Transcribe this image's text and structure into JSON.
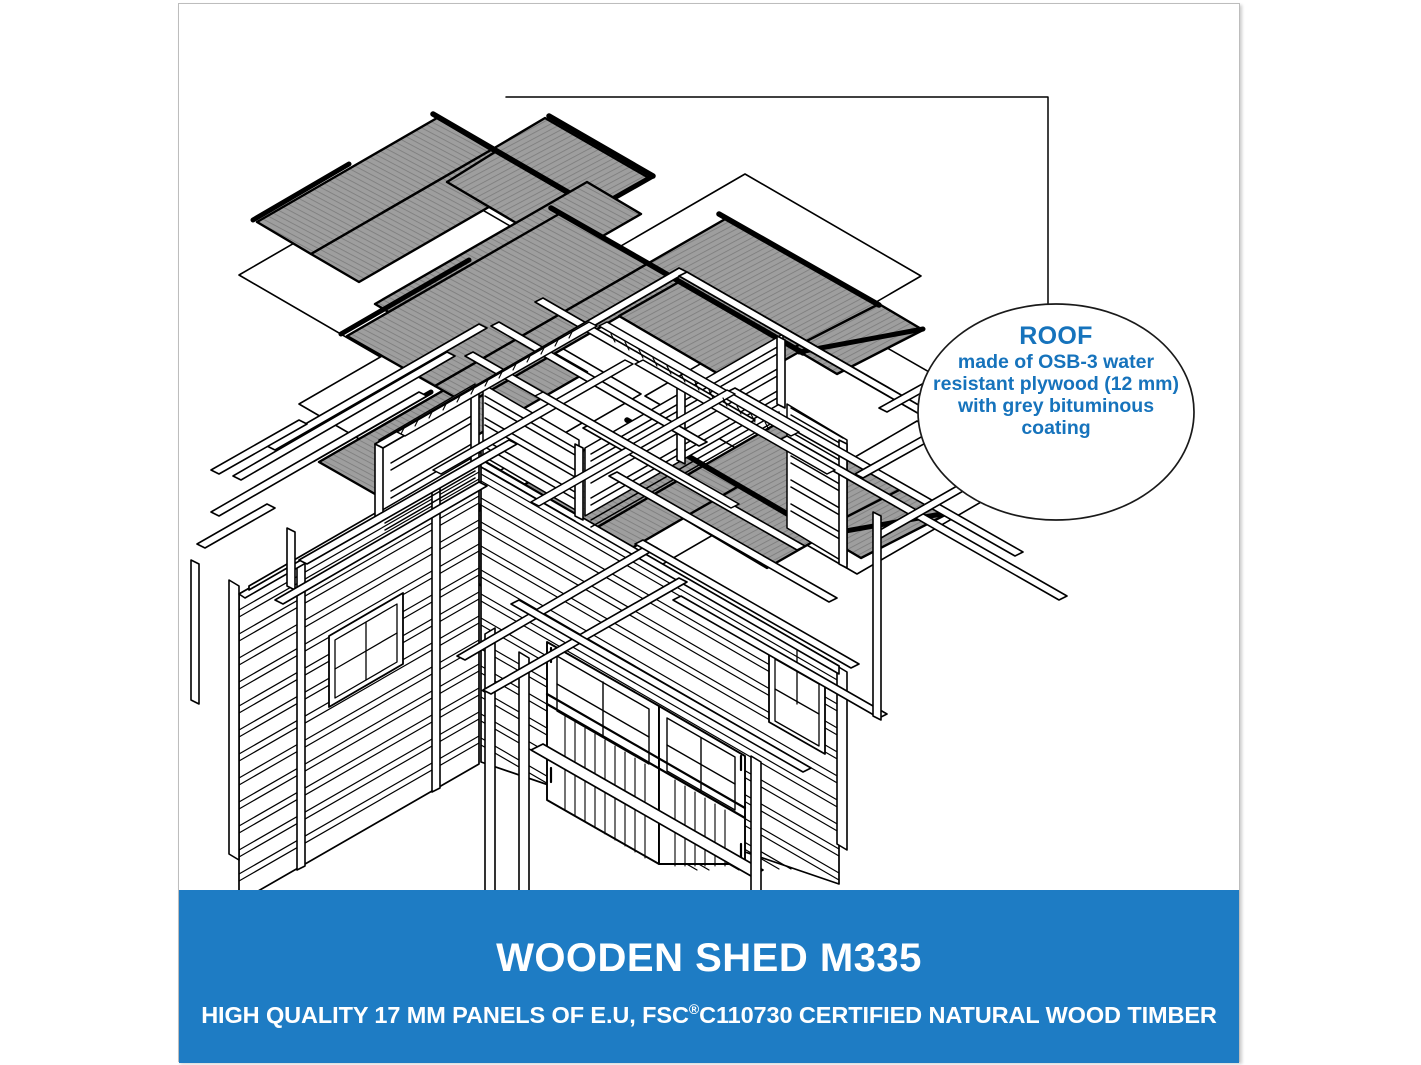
{
  "product": {
    "banner_title": "WOODEN SHED M335",
    "banner_subtitle_part1": "HIGH QUALITY 17 MM PANELS OF E.U, FSC",
    "banner_subtitle_reg": "®",
    "banner_subtitle_part2": "C110730 CERTIFIED NATURAL WOOD TIMBER"
  },
  "callout": {
    "title": "ROOF",
    "line1": "made of OSB-3 water",
    "line2": "resistant plywood (12 mm)",
    "line3": "with grey bituminous",
    "line4": "coating"
  },
  "colors": {
    "brand_blue": "#1e7cc4",
    "callout_text_blue": "#1673bc",
    "roof_panel_grey": "#9a9a9a",
    "line_black": "#000000",
    "card_border": "#bdbdbd"
  },
  "illustration": {
    "type": "exploded-isometric-assembly-drawing",
    "subject": "wooden garden shed",
    "parts": [
      "grey bituminous coated OSB-3 roof panels",
      "white plywood roof sheeting",
      "ridge and eave battens",
      "roof purlins and rafters",
      "log-plank walls",
      "window with four panes (left wall)",
      "window with four panes (right wall)",
      "glazed double doors",
      "corner cover battens",
      "door threshold sill"
    ]
  }
}
